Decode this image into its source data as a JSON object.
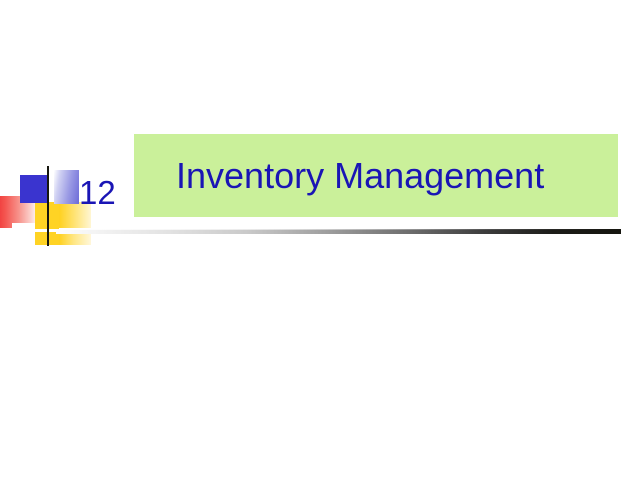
{
  "slide": {
    "title": "Inventory Management",
    "chapter_number": "12",
    "background_color": "#ffffff",
    "title_band_color": "#caf09a",
    "title_text_color": "#1a15b5",
    "accent_colors": {
      "blue": "#3a34cf",
      "lavender": "#9a9ae4",
      "yellow": "#ffd324",
      "pale_yellow": "#ffeb9b",
      "red": "#f03c3c",
      "rule_dark": "#15150f"
    }
  },
  "decoration": {
    "blue_square_label": "blue-square",
    "lavender_block_label": "lavender-gradient-block",
    "red_block_label": "red-gradient-block",
    "yellow_block_label": "yellow-square",
    "pale_yellow_block_label": "pale-yellow-gradient-block",
    "vertical_rule_label": "vertical-black-rule",
    "horizontal_rule_label": "horizontal-gradient-rule"
  }
}
